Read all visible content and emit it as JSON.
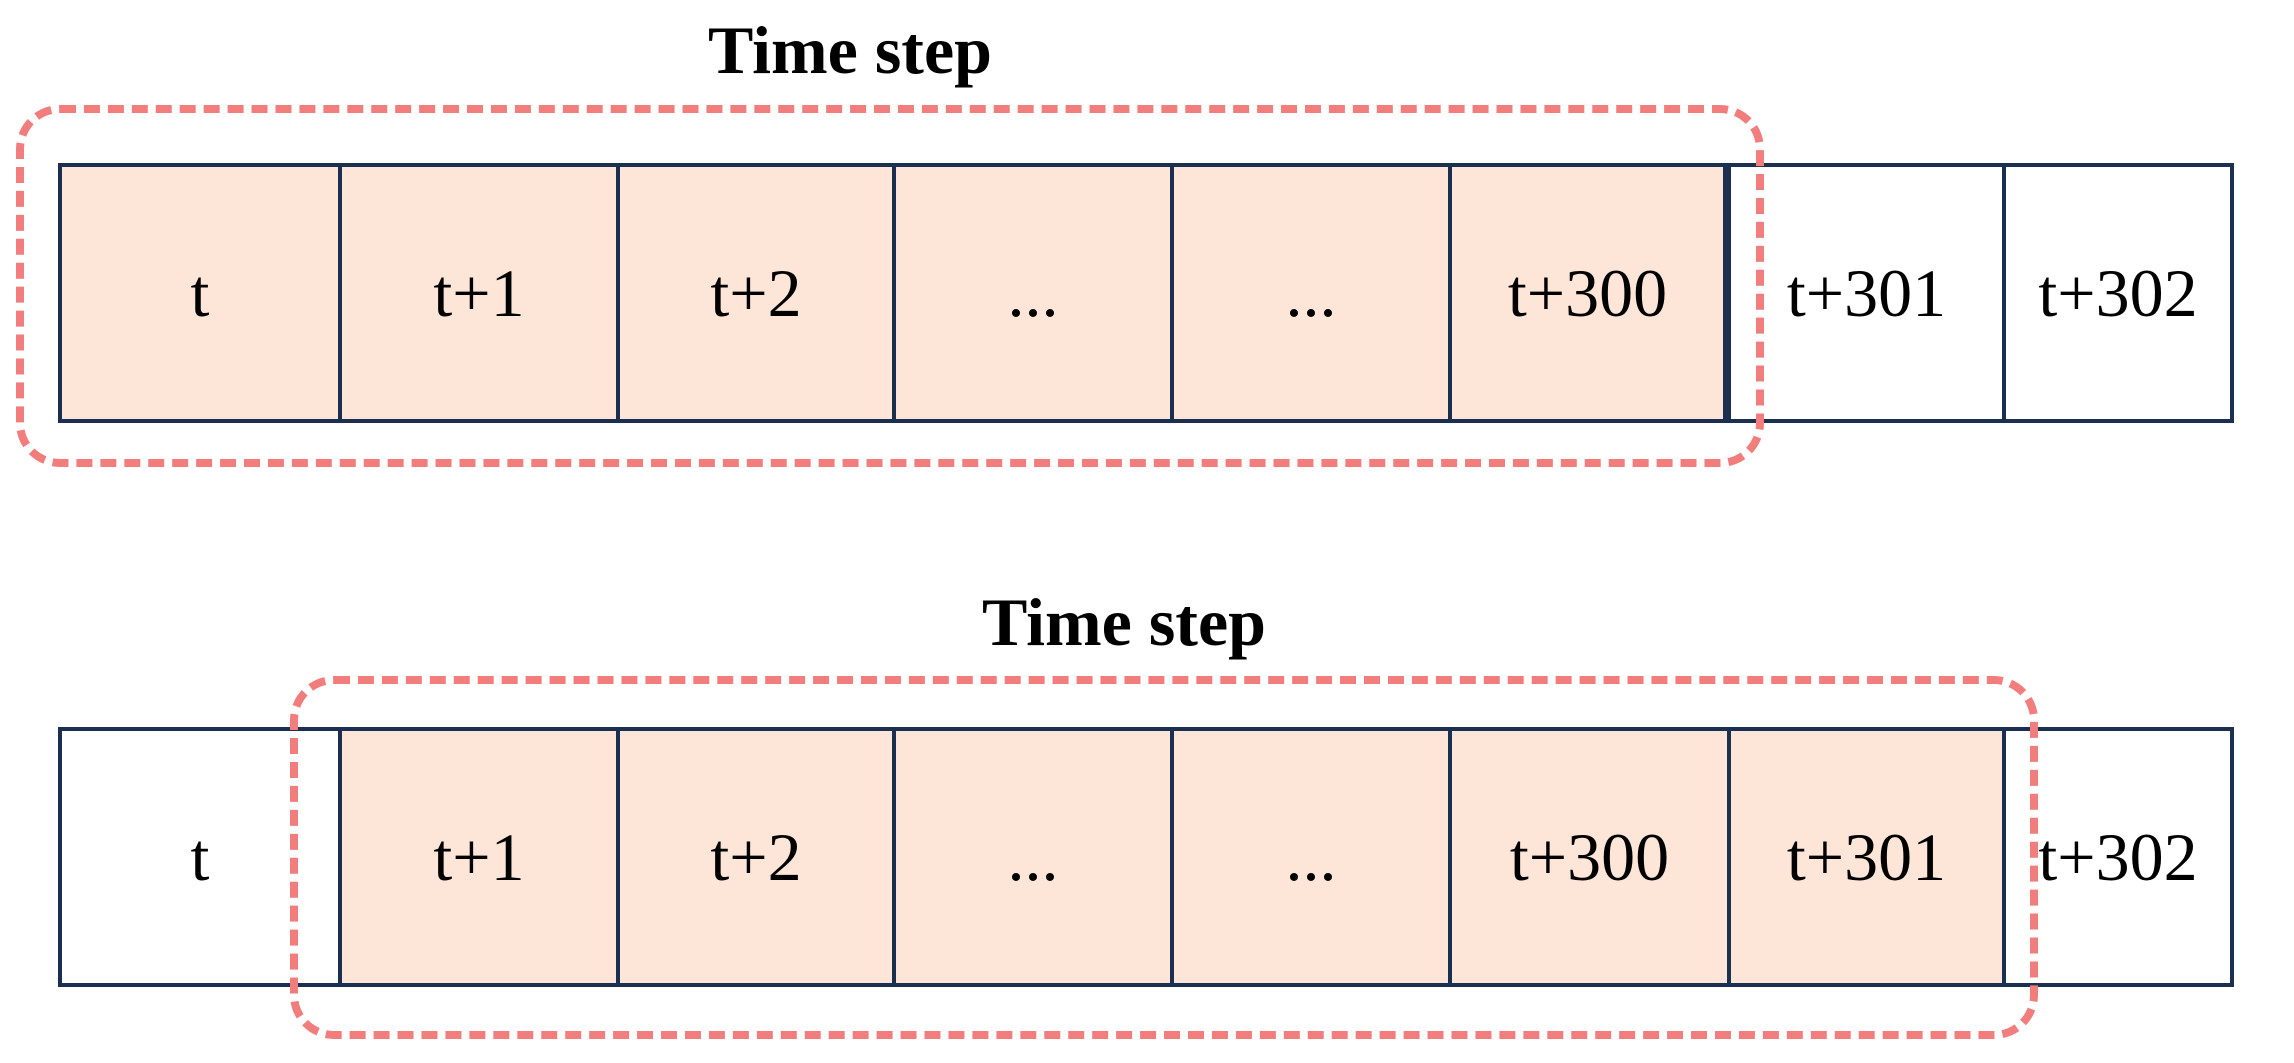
{
  "panels": [
    {
      "title": "Time step",
      "cells": [
        "t",
        "t+1",
        "t+2",
        "...",
        "...",
        "t+300",
        "t+301",
        "t+302"
      ],
      "window_cells": [
        "t",
        "t+1",
        "t+2",
        "...",
        "...",
        "t+300"
      ]
    },
    {
      "title": "Time step",
      "cells": [
        "t",
        "t+1",
        "t+2",
        "...",
        "...",
        "t+300",
        "t+301",
        "t+302"
      ],
      "window_cells": [
        "t+1",
        "t+2",
        "...",
        "...",
        "t+300",
        "t+301"
      ]
    }
  ],
  "colors": {
    "cell_border": "#1b2f50",
    "highlight_fill": "#fde5d7",
    "window_dash": "#f27d7d",
    "text": "#000000",
    "background": "#ffffff"
  }
}
